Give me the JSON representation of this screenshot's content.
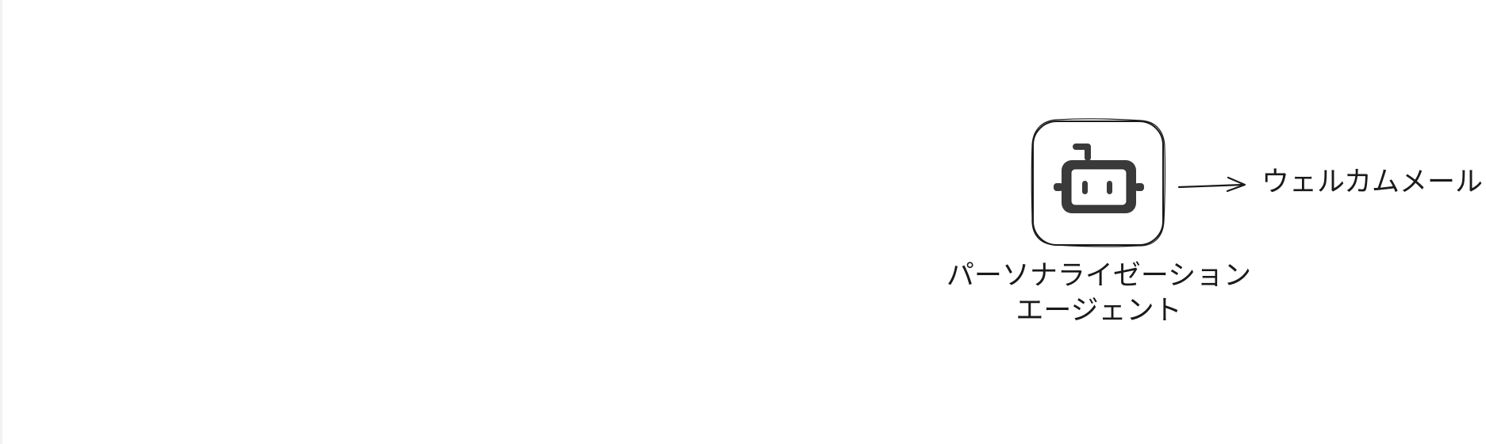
{
  "diagram": {
    "agent": {
      "icon": "robot-icon",
      "label_line1": "パーソナライゼーション",
      "label_line2": "エージェント"
    },
    "output": {
      "label": "ウェルカムメール"
    },
    "colors": {
      "stroke": "#1a1a1a",
      "icon_fill": "#3a3a3a",
      "background": "#ffffff"
    }
  }
}
